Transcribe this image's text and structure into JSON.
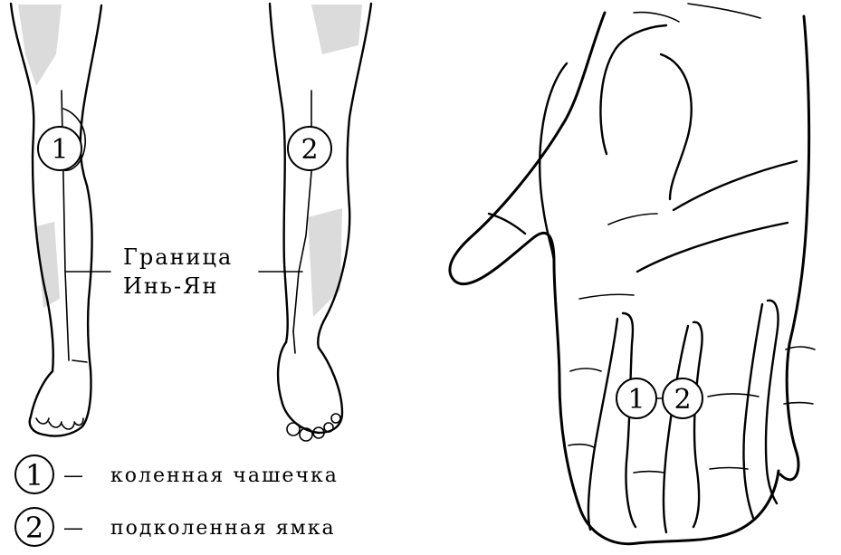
{
  "markers": {
    "marker_1": "1",
    "marker_2": "2"
  },
  "boundary_label": {
    "line1": "Граница",
    "line2": "Инь-Ян"
  },
  "legend": [
    {
      "number": "1",
      "dash": "—",
      "text": "коленная чашечка"
    },
    {
      "number": "2",
      "dash": "—",
      "text": "подколенная ямка"
    }
  ]
}
